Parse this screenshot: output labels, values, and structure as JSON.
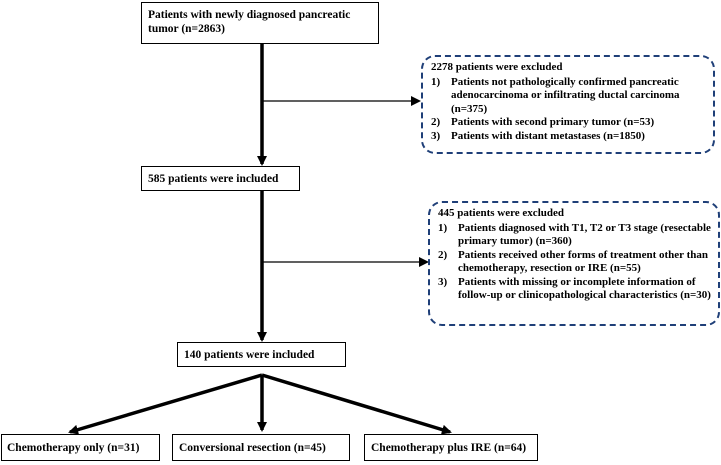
{
  "boxes": {
    "start": "Patients with newly diagnosed pancreatic tumor (n=2863)",
    "included_585": "585 patients were included",
    "included_140": "140 patients were included",
    "chemo_only": "Chemotherapy only (n=31)",
    "conversional_resection": "Conversional resection (n=45)",
    "chemo_plus_ire": "Chemotherapy plus IRE (n=64)"
  },
  "exclusion_1": {
    "heading": "2278 patients were excluded",
    "items": [
      {
        "num": "1)",
        "text": "Patients not pathologically confirmed pancreatic adenocarcinoma or infiltrating ductal carcinoma (n=375)"
      },
      {
        "num": "2)",
        "text": "Patients with second primary tumor (n=53)"
      },
      {
        "num": "3)",
        "text": "Patients with distant metastases (n=1850)"
      }
    ]
  },
  "exclusion_2": {
    "heading": "445 patients were excluded",
    "items": [
      {
        "num": "1)",
        "text": "Patients diagnosed with T1, T2 or T3 stage (resectable primary tumor) (n=360)"
      },
      {
        "num": "2)",
        "text": "Patients received other forms of treatment other than chemotherapy, resection or IRE (n=55)"
      },
      {
        "num": "3)",
        "text": "Patients with missing or incomplete information of follow-up or clinicopathological characteristics (n=30)"
      }
    ]
  },
  "colors": {
    "line": "#000000",
    "dashed_border": "#1f3f78"
  }
}
